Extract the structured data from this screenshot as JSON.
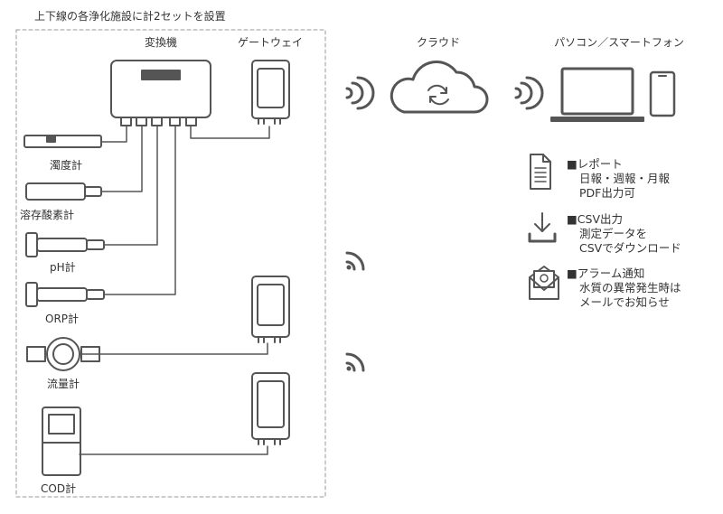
{
  "header": {
    "title": "上下線の各浄化施設に計2セットを設置"
  },
  "devices": {
    "converter": "変換機",
    "gateway": "ゲートウェイ",
    "cloud": "クラウド",
    "pc_phone": "パソコン／スマートフォン"
  },
  "sensors": [
    {
      "label": "濁度計"
    },
    {
      "label": "溶存酸素計"
    },
    {
      "label": "pH計"
    },
    {
      "label": "ORP計"
    },
    {
      "label": "流量計"
    },
    {
      "label": "COD計"
    }
  ],
  "features": [
    {
      "title": "■レポート",
      "lines": [
        "日報・週報・月報",
        "PDF出力可"
      ],
      "icon": "document-icon"
    },
    {
      "title": "■CSV出力",
      "lines": [
        "測定データを",
        "CSVでダウンロード"
      ],
      "icon": "download-icon"
    },
    {
      "title": "■アラーム通知",
      "lines": [
        "水質の異常発生時は",
        "メールでお知らせ"
      ],
      "icon": "email-alert-icon"
    }
  ],
  "colors": {
    "line": "#555555",
    "border": "#999999",
    "text": "#333333"
  }
}
